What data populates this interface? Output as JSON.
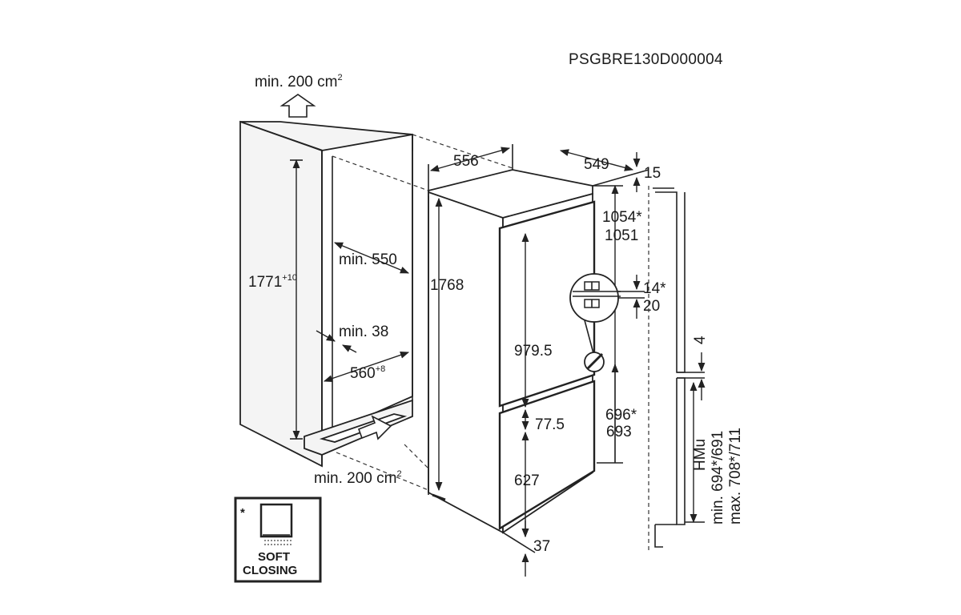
{
  "code": "PSGBRE130D000004",
  "vent_top": {
    "value": "min. 200 cm",
    "sup": "2"
  },
  "vent_bottom": {
    "value": "min. 200 cm",
    "sup": "2"
  },
  "niche": {
    "height": "1771",
    "height_sup": "+10",
    "depth": "min. 550",
    "gap": "min. 38",
    "width": "560",
    "width_sup": "+8"
  },
  "appliance": {
    "width": "556",
    "depth": "549",
    "top": "15",
    "height": "1768",
    "upper_door": "979.5",
    "door_gap": "77.5",
    "lower_door": "627",
    "foot": "37"
  },
  "hinge": {
    "upper_a": "1054*",
    "upper_b": "1051",
    "h1": "14*",
    "h2": "20",
    "lower_a": "696*",
    "lower_b": "693"
  },
  "door_panel": {
    "gap": "4",
    "hmu": "HMu",
    "min": "min. 694*/691",
    "max": "max. 708*/711"
  },
  "badge": {
    "line1": "SOFT",
    "line2": "CLOSING",
    "marker": "*"
  },
  "icons": [
    "arrow-up-icon",
    "arrow-right-icon",
    "soft-closing-icon",
    "hinge-detail-icon"
  ]
}
